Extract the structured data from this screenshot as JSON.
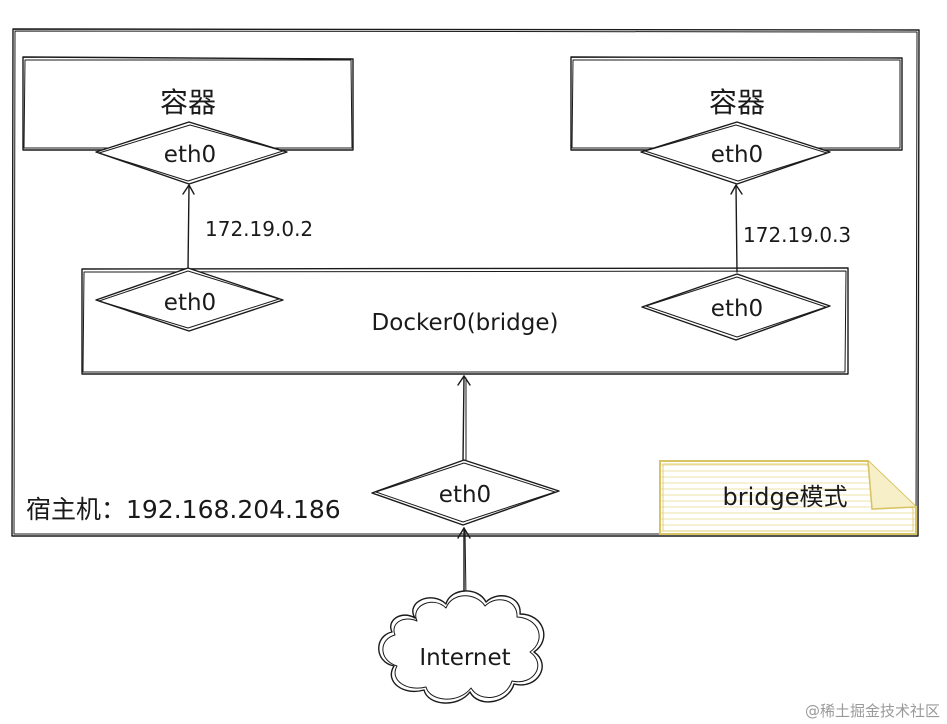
{
  "host": {
    "label": "宿主机：192.168.204.186"
  },
  "containers": [
    {
      "title": "容器",
      "iface": "eth0"
    },
    {
      "title": "容器",
      "iface": "eth0"
    }
  ],
  "ips": [
    "172.19.0.2",
    "172.19.0.3"
  ],
  "bridge": {
    "label": "Docker0(bridge)",
    "left_iface": "eth0",
    "right_iface": "eth0"
  },
  "host_iface": "eth0",
  "internet": "Internet",
  "note": {
    "label": "bridge模式",
    "color": "#e3cf7a"
  },
  "watermark": "@稀土掘金技术社区"
}
